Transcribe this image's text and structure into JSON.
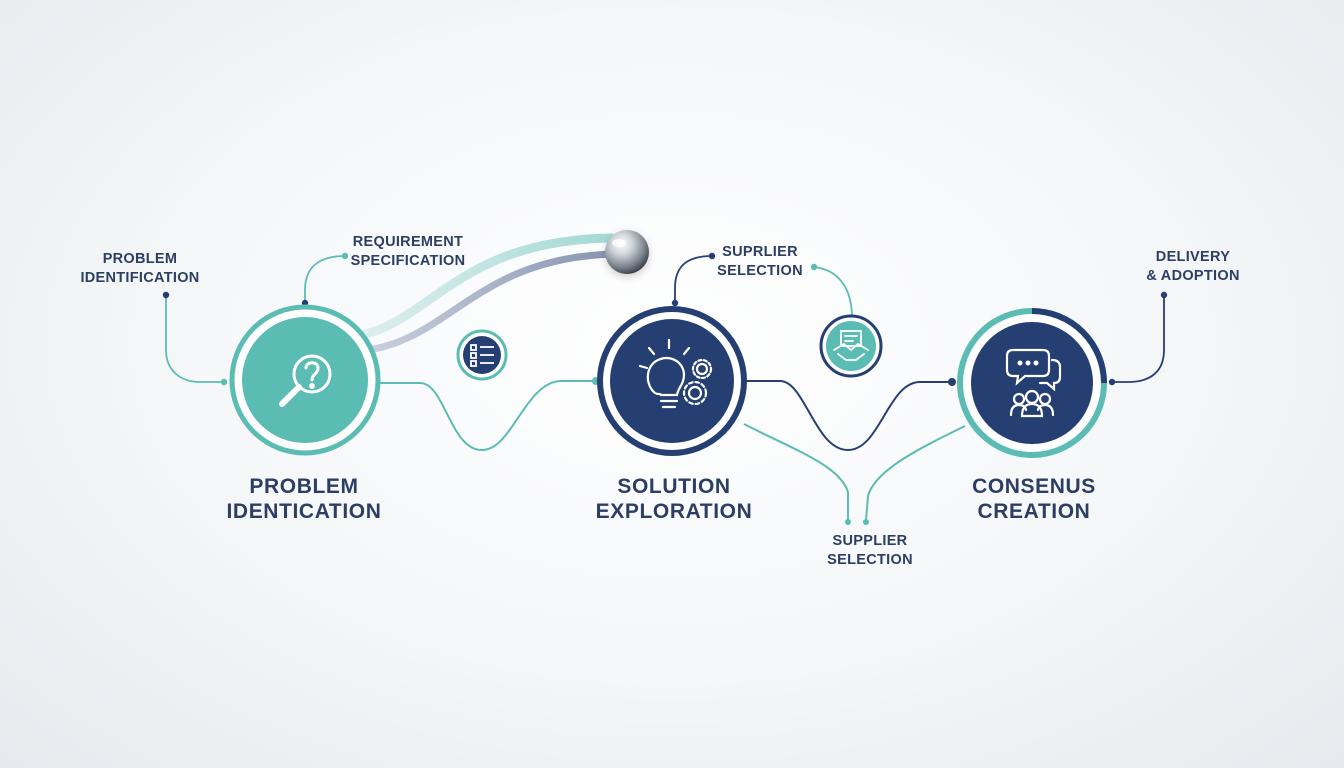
{
  "stages": [
    {
      "title_line1": "PROBLEM",
      "title_line2": "IDENTICATION",
      "icon": "magnifier-question-icon",
      "color": "#5bbcb4"
    },
    {
      "title_line1": "SOLUTION",
      "title_line2": "EXPLORATION",
      "icon": "lightbulb-gears-icon",
      "color": "#263f73"
    },
    {
      "title_line1": "CONSENUS",
      "title_line2": "CREATION",
      "icon": "chat-group-icon",
      "color": "#263f73"
    }
  ],
  "callouts": [
    {
      "line1": "PROBLEM",
      "line2": "IDENTIFICATION"
    },
    {
      "line1": "REQUIREMENT",
      "line2": "SPECIFICATION"
    },
    {
      "line1": "SUPRLIER",
      "line2": "SELECTION"
    },
    {
      "line1": "SUPPLIER",
      "line2": "SELECTION"
    },
    {
      "line1": "DELIVERY",
      "line2": "& ADOPTION"
    }
  ],
  "mini_icons": [
    "checklist-icon",
    "handshake-document-icon"
  ],
  "colors": {
    "teal": "#5bbcb4",
    "navy": "#263f73",
    "text": "#2c3e64"
  }
}
